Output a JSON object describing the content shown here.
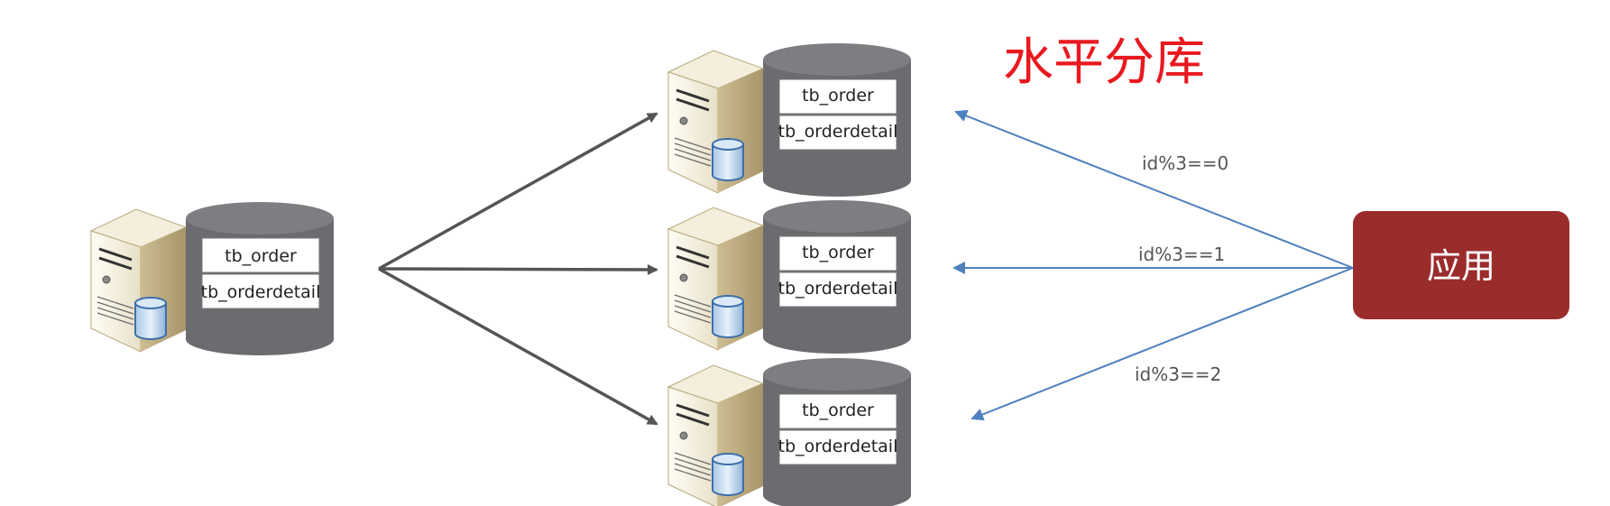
{
  "title": "水平分库",
  "source": {
    "tables": [
      "tb_order",
      "tb_orderdetail"
    ]
  },
  "shards": [
    {
      "tables": [
        "tb_order",
        "tb_orderdetail"
      ],
      "rule": "id%3==0"
    },
    {
      "tables": [
        "tb_order",
        "tb_orderdetail"
      ],
      "rule": "id%3==1"
    },
    {
      "tables": [
        "tb_order",
        "tb_orderdetail"
      ],
      "rule": "id%3==2"
    }
  ],
  "app": {
    "label": "应用",
    "color": "#9b2c2c"
  },
  "colors": {
    "title": "#e8191f",
    "app_arrows": "#4f81bd",
    "db_arrows": "#555555",
    "cylinder": "#6b6b70"
  }
}
